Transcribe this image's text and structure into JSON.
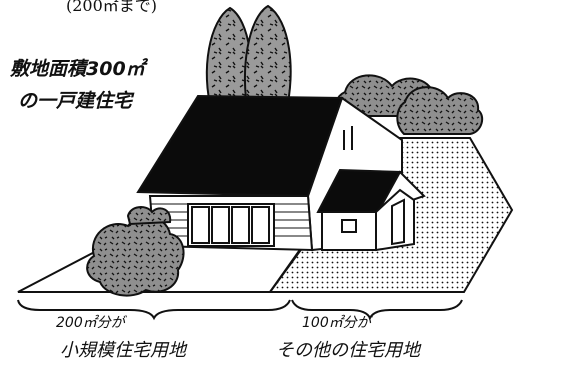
{
  "top_note": "(200㎡まで)",
  "lot_label": {
    "line1": "敷地面積300㎡",
    "line2": "の一戸建住宅"
  },
  "left_portion": {
    "area": "200㎡分が",
    "category": "小規模住宅用地"
  },
  "right_portion": {
    "area": "100㎡分が",
    "category": "その他の住宅用地"
  },
  "colors": {
    "ink": "#111111",
    "paper": "#ffffff"
  }
}
